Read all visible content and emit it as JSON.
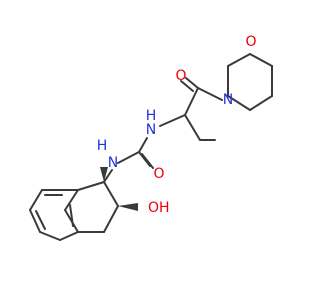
{
  "molecule": {
    "atoms": {
      "carbonyl_oxygen": {
        "symbol": "O",
        "color": "#e8000b"
      },
      "morpholine_nitrogen": {
        "symbol": "N",
        "color": "#2233dd"
      },
      "morpholine_oxygen": {
        "symbol": "O",
        "color": "#e8000b"
      },
      "amide_nh_upper": {
        "symbol": "H",
        "color": "#2233dd"
      },
      "amide_n_upper": {
        "symbol": "N",
        "color": "#2233dd"
      },
      "urea_oxygen": {
        "symbol": "O",
        "color": "#e8000b"
      },
      "amide_nh_lower": {
        "symbol": "H",
        "color": "#2233dd"
      },
      "amide_n_lower": {
        "symbol": "N",
        "color": "#2233dd"
      },
      "hydroxyl": {
        "symbol": "OH",
        "color": "#e8000b"
      }
    },
    "bond_color": "#3a3a3a"
  }
}
